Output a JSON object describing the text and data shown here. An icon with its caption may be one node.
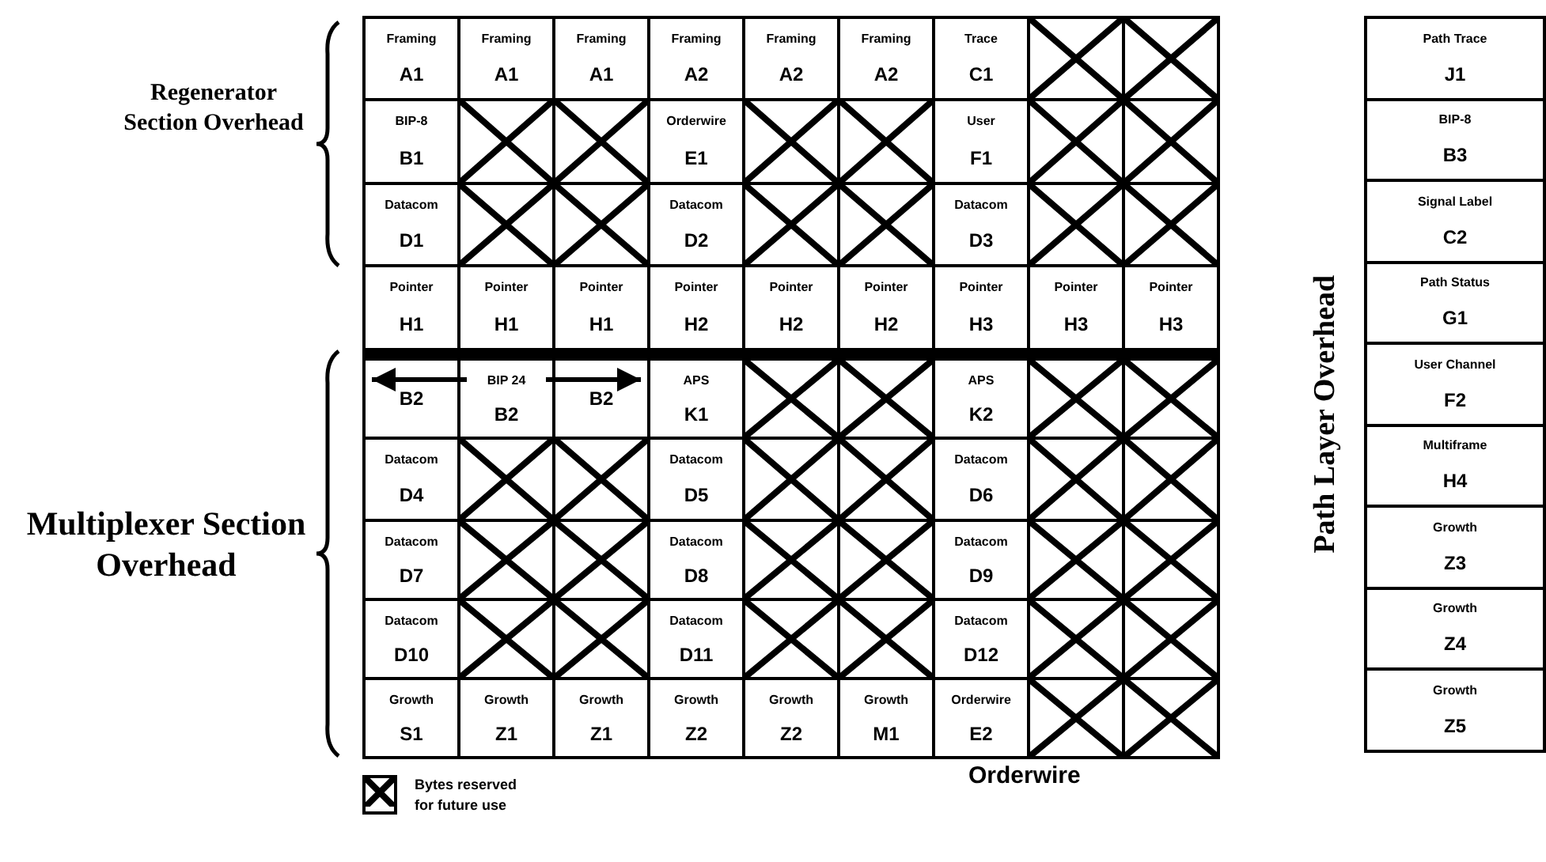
{
  "diagram": {
    "nodes": [
      {
        "text": [
          "Framing",
          "A1"
        ]
      },
      {
        "text": [
          "Framing",
          "A1"
        ]
      },
      {
        "text": [
          "Framing",
          "A1"
        ]
      },
      {
        "text": [
          "Framing",
          "A2"
        ]
      },
      {
        "text": [
          "Framing",
          "A2"
        ]
      },
      {
        "text": [
          "Framing",
          "A2"
        ]
      },
      {
        "text": [
          "Trace",
          "C1"
        ]
      },
      {
        "text": [],
        "shape": "box"
      },
      {
        "text": [],
        "shape": "box"
      },
      {
        "text": [
          "BIP-8",
          "B1"
        ]
      },
      {
        "text": [],
        "shape": "box"
      },
      {
        "text": [],
        "shape": "box"
      },
      {
        "text": [
          "Orderwire",
          "E1"
        ]
      },
      {
        "text": [],
        "shape": "box"
      },
      {
        "text": [],
        "shape": "box"
      },
      {
        "text": [
          "User",
          "F1"
        ]
      },
      {
        "text": [],
        "shape": "box"
      },
      {
        "text": [],
        "shape": "box"
      },
      {
        "text": [
          "Datacom",
          "D1"
        ]
      },
      {
        "text": [],
        "shape": "box"
      },
      {
        "text": [],
        "shape": "box"
      },
      {
        "text": [
          "Datacom",
          "D2"
        ]
      },
      {
        "text": [],
        "shape": "box"
      },
      {
        "text": [],
        "shape": "box"
      },
      {
        "text": [
          "Datacom",
          "D3"
        ]
      },
      {
        "text": [],
        "shape": "box"
      },
      {
        "text": [],
        "shape": "box"
      },
      {
        "text": [
          "Pointer",
          "H1"
        ]
      },
      {
        "text": [
          "Pointer",
          "H1"
        ]
      },
      {
        "text": [
          "Pointer",
          "H1"
        ]
      },
      {
        "text": [
          "Pointer",
          "H2"
        ]
      },
      {
        "text": [
          "Pointer",
          "H2"
        ]
      },
      {
        "text": [
          "Pointer",
          "H2"
        ]
      },
      {
        "text": [
          "Pointer",
          "H3"
        ]
      },
      {
        "text": [
          "Pointer",
          "H3"
        ]
      },
      {
        "text": [
          "Pointer",
          "H3"
        ]
      },
      {
        "text": [
          "B2"
        ]
      },
      {
        "text": [
          "BIP 24",
          "B2"
        ]
      },
      {
        "text": [
          "B2"
        ]
      },
      {
        "text": [
          "APS",
          "K1"
        ]
      },
      {
        "text": [],
        "shape": "box"
      },
      {
        "text": [],
        "shape": "box"
      },
      {
        "text": [
          "APS",
          "K2"
        ]
      },
      {
        "text": [],
        "shape": "box"
      },
      {
        "text": [],
        "shape": "box"
      },
      {
        "text": [
          "Datacom",
          "D4"
        ]
      },
      {
        "text": [],
        "shape": "box"
      },
      {
        "text": [],
        "shape": "box"
      },
      {
        "text": [
          "Datacom",
          "D5"
        ]
      },
      {
        "text": [],
        "shape": "box"
      },
      {
        "text": [],
        "shape": "box"
      },
      {
        "text": [
          "Datacom",
          "D6"
        ]
      },
      {
        "text": [],
        "shape": "box"
      },
      {
        "text": [],
        "shape": "box"
      },
      {
        "text": [
          "Datacom",
          "D7"
        ]
      },
      {
        "text": [],
        "shape": "box"
      },
      {
        "text": [],
        "shape": "box"
      },
      {
        "text": [
          "Datacom",
          "D8"
        ]
      },
      {
        "text": [],
        "shape": "box"
      },
      {
        "text": [],
        "shape": "box"
      },
      {
        "text": [
          "Datacom",
          "D9"
        ]
      },
      {
        "text": [],
        "shape": "box"
      },
      {
        "text": [],
        "shape": "box"
      },
      {
        "text": [
          "Datacom",
          "D10"
        ]
      },
      {
        "text": [],
        "shape": "box"
      },
      {
        "text": [],
        "shape": "box"
      },
      {
        "text": [
          "Datacom",
          "D11"
        ]
      },
      {
        "text": [],
        "shape": "box"
      },
      {
        "text": [],
        "shape": "box"
      },
      {
        "text": [
          "Datacom",
          "D12"
        ]
      },
      {
        "text": [],
        "shape": "box"
      },
      {
        "text": [],
        "shape": "box"
      },
      {
        "text": [
          "Growth",
          "S1"
        ]
      },
      {
        "text": [
          "Growth",
          "Z1"
        ]
      },
      {
        "text": [
          "Growth",
          "Z1"
        ]
      },
      {
        "text": [
          "Growth",
          "Z2"
        ]
      },
      {
        "text": [
          "Growth",
          "Z2"
        ]
      },
      {
        "text": [
          "Growth",
          "M1"
        ]
      },
      {
        "text": [
          "Orderwire",
          "E2"
        ]
      },
      {
        "text": [],
        "shape": "box"
      },
      {
        "text": [],
        "shape": "box"
      },
      {
        "text": [
          "Path Trace",
          "J1"
        ]
      },
      {
        "text": [
          "BIP-8",
          "B3"
        ]
      },
      {
        "text": [
          "Signal Label",
          "C2"
        ]
      },
      {
        "text": [
          "Path Status",
          "G1"
        ]
      },
      {
        "text": [
          "User Channel",
          "F2"
        ]
      },
      {
        "text": [
          "Multiframe",
          "H4"
        ]
      },
      {
        "text": [
          "Growth",
          "Z3"
        ]
      },
      {
        "text": [
          "Growth",
          "Z4"
        ]
      },
      {
        "text": [
          "Growth",
          "Z5"
        ]
      }
    ],
    "edges": [
      {
        "from": 37,
        "to": 36,
        "arrow": "to"
      },
      {
        "from": 37,
        "to": 38,
        "arrow": "to"
      }
    ],
    "labels": [
      "Regenerator Section Overhead",
      "Path Layer Overhead",
      "Multiplexer Section Overhead",
      "Orderwire"
    ],
    "legend": [
      {
        "text": "Bytes reserved for future use"
      }
    ]
  }
}
